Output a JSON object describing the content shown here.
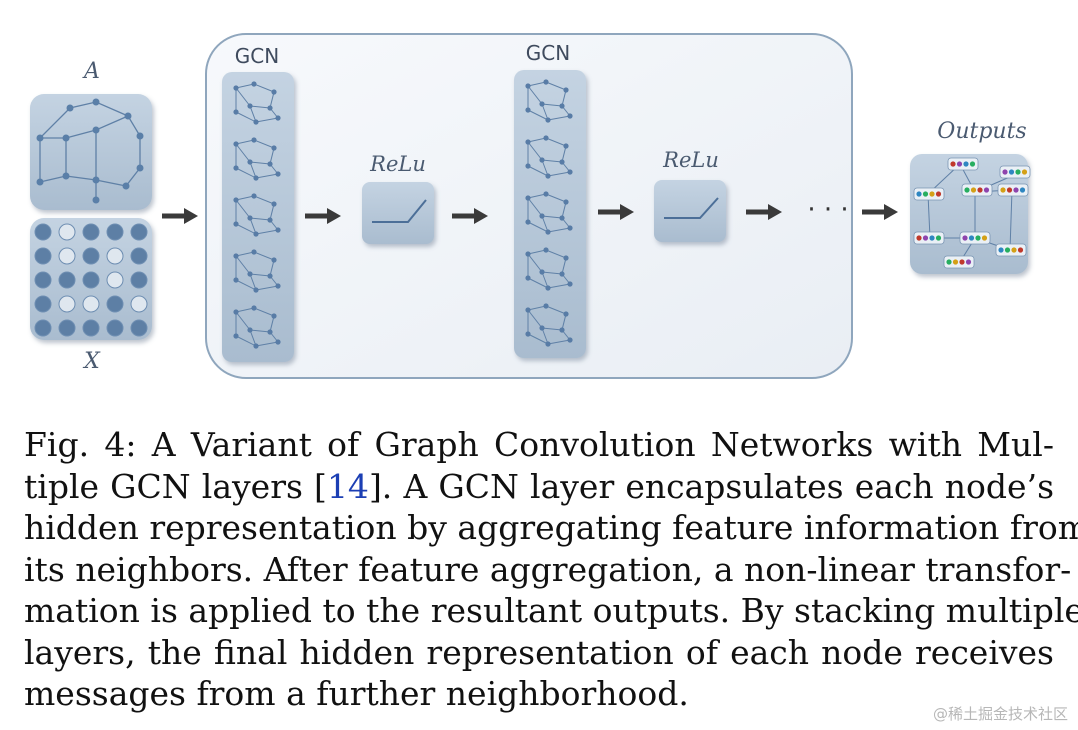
{
  "figure": {
    "label_a": "A",
    "label_x": "X",
    "gcn_label_1": "GCN",
    "gcn_label_2": "GCN",
    "relu_label_1": "ReLu",
    "relu_label_2": "ReLu",
    "ellipsis": "· · ·",
    "outputs_label": "Outputs"
  },
  "caption": {
    "line1": "Fig. 4: A Variant of Graph Convolution Networks with Mul-",
    "line2_pre": "tiple GCN layers [",
    "line2_ref": "14",
    "line2_post": "]. A GCN layer encapsulates each node’s",
    "line3": "hidden representation by aggregating feature information from",
    "line4": "its neighbors. After feature aggregation, a non-linear transfor-",
    "line5": "mation is applied to the resultant outputs. By stacking multiple",
    "line6": "layers, the final hidden representation of each node receives",
    "line7": "messages from a further neighborhood."
  },
  "watermark": "@稀土掘金技术社区"
}
